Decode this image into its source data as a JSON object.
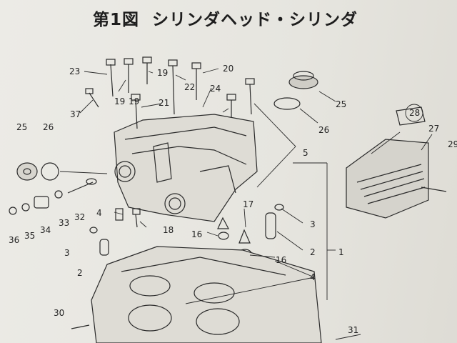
{
  "title": {
    "figure_number": "第1図",
    "caption": "シリンダヘッド・シリンダ"
  },
  "callouts": [
    "1",
    "2",
    "2",
    "3",
    "3",
    "4",
    "4",
    "5",
    "16",
    "16",
    "17",
    "18",
    "19",
    "19",
    "19",
    "20",
    "21",
    "22",
    "23",
    "24",
    "25",
    "25",
    "26",
    "26",
    "27",
    "28",
    "29",
    "30",
    "31",
    "32",
    "33",
    "34",
    "35",
    "36",
    "37"
  ],
  "colors": {
    "paper": "#e9e8e3",
    "ink": "#222222"
  }
}
